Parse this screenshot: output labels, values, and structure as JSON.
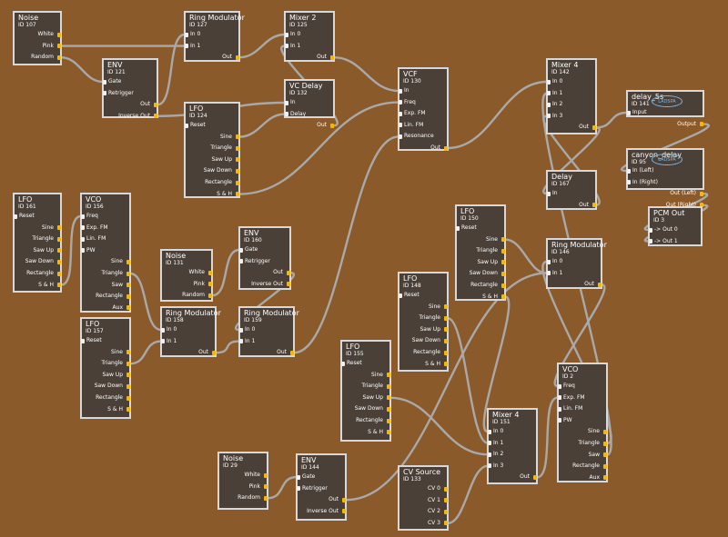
{
  "modules": [
    {
      "key": "noise107",
      "title": "Noise",
      "id": "ID 107",
      "ins": [],
      "outs": [
        "White",
        "Pink",
        "Random"
      ]
    },
    {
      "key": "ringmod127",
      "title": "Ring Modulator",
      "id": "ID 127",
      "ins": [
        "In 0",
        "In 1"
      ],
      "outs": [
        "Out"
      ]
    },
    {
      "key": "mixer125",
      "title": "Mixer 2",
      "id": "ID 125",
      "ins": [
        "In 0",
        "In 1"
      ],
      "outs": [
        "Out"
      ]
    },
    {
      "key": "env121",
      "title": "ENV",
      "id": "ID 121",
      "ins": [
        "Gate",
        "Retrigger"
      ],
      "outs": [
        "Out",
        "Inverse Out"
      ]
    },
    {
      "key": "vcdelay132",
      "title": "VC Delay",
      "id": "ID 132",
      "ins": [
        "In",
        "Delay"
      ],
      "outs": [
        "Out"
      ]
    },
    {
      "key": "lfo124",
      "title": "LFO",
      "id": "ID 124",
      "ins": [
        "Reset"
      ],
      "outs": [
        "Sine",
        "Triangle",
        "Saw Up",
        "Saw Down",
        "Rectangle",
        "S & H"
      ]
    },
    {
      "key": "vcf130",
      "title": "VCF",
      "id": "ID 130",
      "ins": [
        "In",
        "Freq",
        "Exp. FM",
        "Lin. FM",
        "Resonance"
      ],
      "outs": [
        "Out"
      ]
    },
    {
      "key": "mixer142",
      "title": "Mixer 4",
      "id": "ID 142",
      "ins": [
        "In 0",
        "In 1",
        "In 2",
        "In 3"
      ],
      "outs": [
        "Out"
      ]
    },
    {
      "key": "delay141",
      "title": "delay_5s",
      "id": "ID 141",
      "ins": [
        "Input"
      ],
      "outs": [
        "Output"
      ],
      "ladspa": true
    },
    {
      "key": "canyon95",
      "title": "canyon_delay",
      "id": "ID 95",
      "ins": [
        "In (Left)",
        "In (Right)"
      ],
      "outs": [
        "Out (Left)",
        "Out (Right)"
      ],
      "ladspa": true
    },
    {
      "key": "delay167",
      "title": "Delay",
      "id": "ID 167",
      "ins": [
        "In"
      ],
      "outs": [
        "Out"
      ]
    },
    {
      "key": "pcm3",
      "title": "PCM Out",
      "id": "ID 3",
      "ins": [
        "-> Out  0",
        "-> Out  1"
      ],
      "outs": []
    },
    {
      "key": "lfo161",
      "title": "LFO",
      "id": "ID 161",
      "ins": [
        "Reset"
      ],
      "outs": [
        "Sine",
        "Triangle",
        "Saw Up",
        "Saw Down",
        "Rectangle",
        "S & H"
      ]
    },
    {
      "key": "vco156",
      "title": "VCO",
      "id": "ID 156",
      "ins": [
        "Freq",
        "Exp. FM",
        "Lin. FM",
        "PW"
      ],
      "outs": [
        "Sine",
        "Triangle",
        "Saw",
        "Rectangle",
        "Aux"
      ]
    },
    {
      "key": "lfo157",
      "title": "LFO",
      "id": "ID 157",
      "ins": [
        "Reset"
      ],
      "outs": [
        "Sine",
        "Triangle",
        "Saw Up",
        "Saw Down",
        "Rectangle",
        "S & H"
      ]
    },
    {
      "key": "noise131",
      "title": "Noise",
      "id": "ID 131",
      "ins": [],
      "outs": [
        "White",
        "Pink",
        "Random"
      ]
    },
    {
      "key": "env160",
      "title": "ENV",
      "id": "ID 160",
      "ins": [
        "Gate",
        "Retrigger"
      ],
      "outs": [
        "Out",
        "Inverse Out"
      ]
    },
    {
      "key": "ringmod158",
      "title": "Ring Modulator",
      "id": "ID 158",
      "ins": [
        "In 0",
        "In 1"
      ],
      "outs": [
        "Out"
      ]
    },
    {
      "key": "ringmod159",
      "title": "Ring Modulator",
      "id": "ID 159",
      "ins": [
        "In 0",
        "In 1"
      ],
      "outs": [
        "Out"
      ]
    },
    {
      "key": "lfo150",
      "title": "LFO",
      "id": "ID 150",
      "ins": [
        "Reset"
      ],
      "outs": [
        "Sine",
        "Triangle",
        "Saw Up",
        "Saw Down",
        "Rectangle",
        "S & H"
      ]
    },
    {
      "key": "ringmod146",
      "title": "Ring Modulator",
      "id": "ID 146",
      "ins": [
        "In 0",
        "In 1"
      ],
      "outs": [
        "Out"
      ]
    },
    {
      "key": "lfo148",
      "title": "LFO",
      "id": "ID 148",
      "ins": [
        "Reset"
      ],
      "outs": [
        "Sine",
        "Triangle",
        "Saw Up",
        "Saw Down",
        "Rectangle",
        "S & H"
      ]
    },
    {
      "key": "lfo155",
      "title": "LFO",
      "id": "ID 155",
      "ins": [
        "Reset"
      ],
      "outs": [
        "Sine",
        "Triangle",
        "Saw Up",
        "Saw Down",
        "Rectangle",
        "S & H"
      ]
    },
    {
      "key": "mixer151",
      "title": "Mixer 4",
      "id": "ID 151",
      "ins": [
        "In 0",
        "In 1",
        "In 2",
        "In 3"
      ],
      "outs": [
        "Out"
      ]
    },
    {
      "key": "vco2",
      "title": "VCO",
      "id": "ID 2",
      "ins": [
        "Freq",
        "Exp. FM",
        "Lin. FM",
        "PW"
      ],
      "outs": [
        "Sine",
        "Triangle",
        "Saw",
        "Rectangle",
        "Aux"
      ]
    },
    {
      "key": "noise29",
      "title": "Noise",
      "id": "ID 29",
      "ins": [],
      "outs": [
        "White",
        "Pink",
        "Random"
      ]
    },
    {
      "key": "env144",
      "title": "ENV",
      "id": "ID 144",
      "ins": [
        "Gate",
        "Retrigger"
      ],
      "outs": [
        "Out",
        "Inverse Out"
      ]
    },
    {
      "key": "cv133",
      "title": "CV Source",
      "id": "ID 133",
      "ins": [],
      "outs": [
        "CV 0",
        "CV 1",
        "CV 2",
        "CV 3"
      ]
    }
  ],
  "ladspa_badge": "LADSPA",
  "colors": {
    "background": "#8b5a2b",
    "module": "#4a4038",
    "border": "#d8d8d8",
    "wire": "#a9a9a9",
    "out_jack": "#f5b800",
    "in_jack": "#f0f0f0"
  },
  "connections": [
    [
      "noise107.out.1",
      "ringmod127.in.1"
    ],
    [
      "noise107.out.2",
      "env121.in.0"
    ],
    [
      "env121.out.0",
      "ringmod127.in.0"
    ],
    [
      "ringmod127.out.0",
      "mixer125.in.0"
    ],
    [
      "env121.out.1",
      "vcdelay132.in.0"
    ],
    [
      "mixer125.out.0",
      "vcf130.in.0"
    ],
    [
      "lfo124.out.0",
      "vcdelay132.in.1"
    ],
    [
      "lfo124.out.5",
      "vcf130.in.1"
    ],
    [
      "vcdelay132.out.0",
      "mixer125.in.1"
    ],
    [
      "vcf130.out.0",
      "mixer142.in.0"
    ],
    [
      "mixer142.out.0",
      "delay141.in.0"
    ],
    [
      "delay141.out.0",
      "canyon95.in.0"
    ],
    [
      "canyon95.out.0",
      "pcm3.in.0"
    ],
    [
      "canyon95.out.1",
      "pcm3.in.1"
    ],
    [
      "delay167.out.0",
      "mixer142.in.3"
    ],
    [
      "mixer142.out.0",
      "delay167.in.0"
    ],
    [
      "lfo161.out.5",
      "vco156.in.0"
    ],
    [
      "vco156.out.1",
      "ringmod158.in.0"
    ],
    [
      "lfo157.out.1",
      "ringmod158.in.1"
    ],
    [
      "noise131.out.2",
      "env160.in.0"
    ],
    [
      "env160.out.0",
      "ringmod159.in.0"
    ],
    [
      "ringmod158.out.0",
      "ringmod159.in.1"
    ],
    [
      "ringmod159.out.0",
      "vcf130.in.4"
    ],
    [
      "lfo150.out.0",
      "ringmod146.in.1"
    ],
    [
      "ringmod146.out.0",
      "vco2.in.0"
    ],
    [
      "lfo148.out.1",
      "mixer151.in.1"
    ],
    [
      "lfo155.out.2",
      "mixer151.in.2"
    ],
    [
      "lfo150.out.5",
      "mixer151.in.0"
    ],
    [
      "mixer151.out.0",
      "vco2.in.1"
    ],
    [
      "vco2.out.1",
      "ringmod146.in.0"
    ],
    [
      "noise29.out.2",
      "env144.in.0"
    ],
    [
      "env144.out.0",
      "ringmod146.in.1"
    ],
    [
      "cv133.out.3",
      "mixer151.in.3"
    ],
    [
      "vco2.out.2",
      "mixer142.in.1"
    ]
  ]
}
